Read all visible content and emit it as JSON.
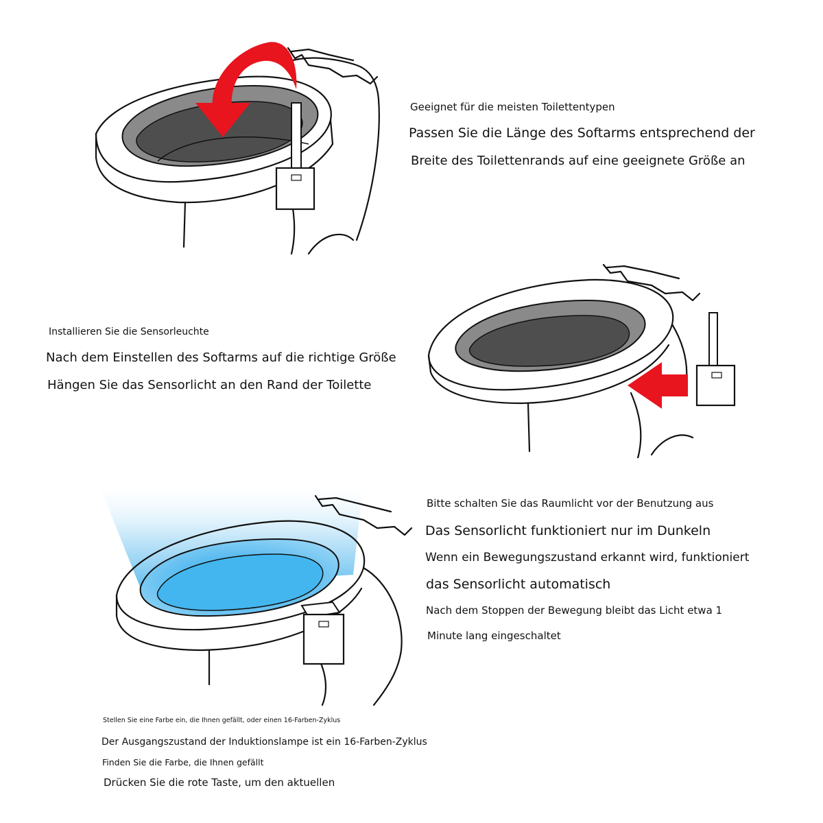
{
  "section1": {
    "heading": "Geeignet für die meisten Toilettentypen",
    "line1": "Passen Sie die Länge des Softarms entsprechend der",
    "line2": "Breite des Toilettenrands auf eine geeignete Größe an"
  },
  "section2": {
    "heading": "Installieren Sie die Sensorleuchte",
    "line1": "Nach dem Einstellen des Softarms auf die richtige Größe",
    "line2": "Hängen Sie das Sensorlicht an den Rand der Toilette"
  },
  "section3": {
    "heading": "Bitte schalten Sie das Raumlicht vor der Benutzung aus",
    "line1": "Das Sensorlicht funktioniert nur im Dunkeln",
    "line2": "Wenn ein Bewegungszustand erkannt wird, funktioniert",
    "line3": "das Sensorlicht automatisch",
    "line4": "Nach dem Stoppen der Bewegung bleibt das Licht etwa 1",
    "line5": "Minute lang eingeschaltet"
  },
  "section4": {
    "heading": "Stellen Sie eine Farbe ein, die Ihnen gefällt, oder einen 16-Farben-Zyklus",
    "line1": "Der Ausgangszustand der Induktionslampe ist ein 16-Farben-Zyklus",
    "line2": "Finden Sie die Farbe, die Ihnen gefällt",
    "line3": "Drücken Sie die rote Taste, um den aktuellen"
  },
  "colors": {
    "line": "#111111",
    "bowl_dark": "#555555",
    "bowl_mid": "#8a8a8a",
    "arrow_red": "#e8141e",
    "light_blue": "#2fa8e8"
  },
  "icons": {
    "arrow1": "curved-arrow-down-icon",
    "arrow2": "arrow-left-icon"
  }
}
